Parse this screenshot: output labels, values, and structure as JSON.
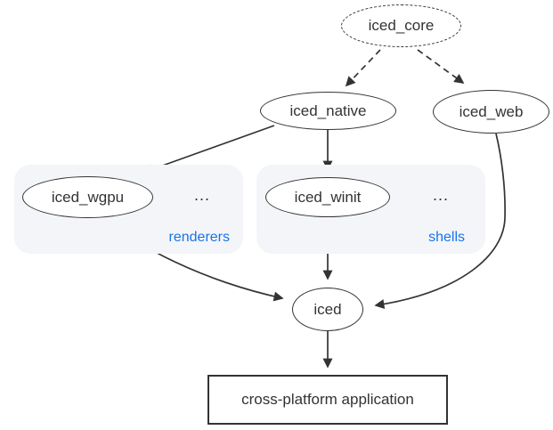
{
  "colors": {
    "stroke": "#333333",
    "text": "#333333",
    "group_bg": "#f4f5f8",
    "group_label_blue": "#1a73e8",
    "canvas_bg": "#ffffff"
  },
  "nodes": {
    "iced_core": {
      "label": "iced_core",
      "shape": "ellipse-dashed"
    },
    "iced_native": {
      "label": "iced_native",
      "shape": "ellipse"
    },
    "iced_web": {
      "label": "iced_web",
      "shape": "ellipse"
    },
    "iced_wgpu": {
      "label": "iced_wgpu",
      "shape": "ellipse"
    },
    "iced_winit": {
      "label": "iced_winit",
      "shape": "ellipse"
    },
    "iced": {
      "label": "iced",
      "shape": "ellipse"
    },
    "application": {
      "label": "cross-platform application",
      "shape": "rect"
    }
  },
  "groups": {
    "renderers": {
      "label": "renderers",
      "ellipsis": "...",
      "contains": [
        "iced_wgpu"
      ]
    },
    "shells": {
      "label": "shells",
      "ellipsis": "...",
      "contains": [
        "iced_winit"
      ]
    }
  },
  "edges": [
    {
      "from": "iced_core",
      "to": "iced_native",
      "style": "dashed"
    },
    {
      "from": "iced_core",
      "to": "iced_web",
      "style": "dashed"
    },
    {
      "from": "iced_native",
      "to": "iced_wgpu",
      "style": "solid"
    },
    {
      "from": "iced_native",
      "to": "iced_winit",
      "style": "solid"
    },
    {
      "from": "iced_wgpu",
      "to": "iced",
      "style": "solid"
    },
    {
      "from": "iced_winit",
      "to": "iced",
      "style": "solid"
    },
    {
      "from": "iced_web",
      "to": "iced",
      "style": "solid"
    },
    {
      "from": "iced",
      "to": "application",
      "style": "solid"
    }
  ]
}
